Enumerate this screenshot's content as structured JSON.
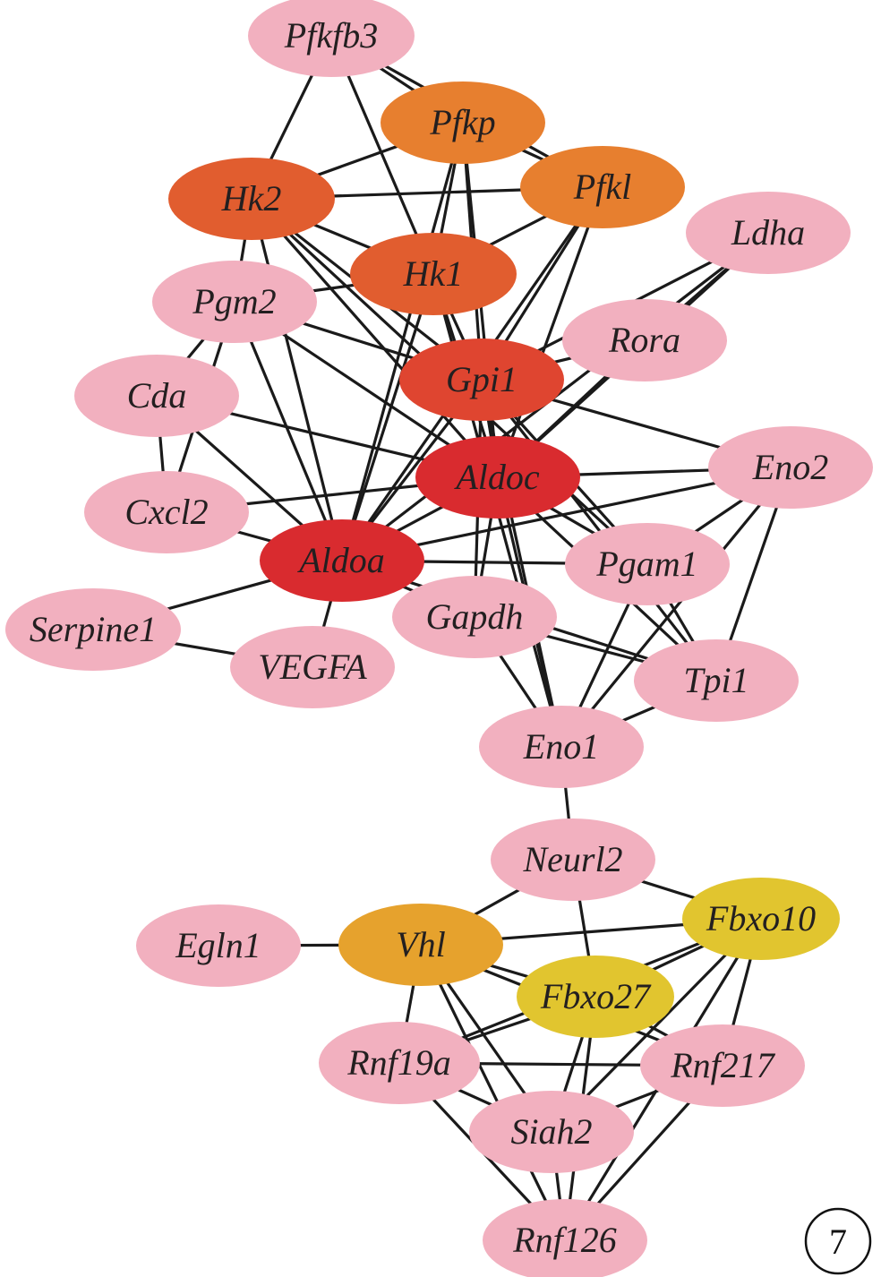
{
  "title": "",
  "colors": {
    "pink": "#f2b0bf",
    "orange_light": "#e77f2f",
    "orange_dark": "#e15d2f",
    "red_orange": "#df4530",
    "red": "#d92b2f",
    "amber": "#e6a22d",
    "yellow": "#e1c52f",
    "edge": "#1a1a1a"
  },
  "panel_label": "7",
  "nodes": [
    {
      "id": "Pfkfb3",
      "label": "Pfkfb3",
      "color": "pink"
    },
    {
      "id": "Pfkp",
      "label": "Pfkp",
      "color": "orange_light"
    },
    {
      "id": "Pfkl",
      "label": "Pfkl",
      "color": "orange_light"
    },
    {
      "id": "Hk2",
      "label": "Hk2",
      "color": "orange_dark"
    },
    {
      "id": "Hk1",
      "label": "Hk1",
      "color": "orange_dark"
    },
    {
      "id": "Ldha",
      "label": "Ldha",
      "color": "pink"
    },
    {
      "id": "Pgm2",
      "label": "Pgm2",
      "color": "pink"
    },
    {
      "id": "Rora",
      "label": "Rora",
      "color": "pink"
    },
    {
      "id": "Gpi1",
      "label": "Gpi1",
      "color": "red_orange"
    },
    {
      "id": "Cda",
      "label": "Cda",
      "color": "pink"
    },
    {
      "id": "Aldoc",
      "label": "Aldoc",
      "color": "red"
    },
    {
      "id": "Eno2",
      "label": "Eno2",
      "color": "pink"
    },
    {
      "id": "Cxcl2",
      "label": "Cxcl2",
      "color": "pink"
    },
    {
      "id": "Aldoa",
      "label": "Aldoa",
      "color": "red"
    },
    {
      "id": "Pgam1",
      "label": "Pgam1",
      "color": "pink"
    },
    {
      "id": "Serpine1",
      "label": "Serpine1",
      "color": "pink"
    },
    {
      "id": "Gapdh",
      "label": "Gapdh",
      "color": "pink"
    },
    {
      "id": "VEGFA",
      "label": "VEGFA",
      "color": "pink"
    },
    {
      "id": "Tpi1",
      "label": "Tpi1",
      "color": "pink"
    },
    {
      "id": "Eno1",
      "label": "Eno1",
      "color": "pink"
    },
    {
      "id": "Neurl2",
      "label": "Neurl2",
      "color": "pink"
    },
    {
      "id": "Egln1",
      "label": "Egln1",
      "color": "pink"
    },
    {
      "id": "Vhl",
      "label": "Vhl",
      "color": "amber"
    },
    {
      "id": "Fbxo10",
      "label": "Fbxo10",
      "color": "yellow"
    },
    {
      "id": "Fbxo27",
      "label": "Fbxo27",
      "color": "yellow"
    },
    {
      "id": "Rnf19a",
      "label": "Rnf19a",
      "color": "pink"
    },
    {
      "id": "Rnf217",
      "label": "Rnf217",
      "color": "pink"
    },
    {
      "id": "Siah2",
      "label": "Siah2",
      "color": "pink"
    },
    {
      "id": "Rnf126",
      "label": "Rnf126",
      "color": "pink"
    }
  ],
  "edges": [
    [
      "Pfkfb3",
      "Hk2"
    ],
    [
      "Pfkfb3",
      "Hk1"
    ],
    [
      "Pfkfb3",
      "Pfkp"
    ],
    [
      "Pfkfb3",
      "Pfkl"
    ],
    [
      "Pfkp",
      "Hk2"
    ],
    [
      "Pfkp",
      "Pfkl"
    ],
    [
      "Pfkp",
      "Hk1"
    ],
    [
      "Pfkp",
      "Gpi1"
    ],
    [
      "Pfkp",
      "Aldoc"
    ],
    [
      "Pfkp",
      "Aldoa"
    ],
    [
      "Pfkl",
      "Hk2"
    ],
    [
      "Pfkl",
      "Hk1"
    ],
    [
      "Pfkl",
      "Gpi1"
    ],
    [
      "Pfkl",
      "Aldoc"
    ],
    [
      "Pfkl",
      "Aldoa"
    ],
    [
      "Hk2",
      "Hk1"
    ],
    [
      "Hk2",
      "Pgm2"
    ],
    [
      "Hk2",
      "Gpi1"
    ],
    [
      "Hk2",
      "Aldoc"
    ],
    [
      "Hk2",
      "Aldoa"
    ],
    [
      "Hk2",
      "Pgam1"
    ],
    [
      "Hk1",
      "Pgm2"
    ],
    [
      "Hk1",
      "Gpi1"
    ],
    [
      "Hk1",
      "Aldoc"
    ],
    [
      "Hk1",
      "Aldoa"
    ],
    [
      "Hk1",
      "Eno1"
    ],
    [
      "Ldha",
      "Rora"
    ],
    [
      "Ldha",
      "Gpi1"
    ],
    [
      "Ldha",
      "Aldoc"
    ],
    [
      "Ldha",
      "Aldoa"
    ],
    [
      "Rora",
      "Gpi1"
    ],
    [
      "Rora",
      "Aldoc"
    ],
    [
      "Pgm2",
      "Cda"
    ],
    [
      "Pgm2",
      "Cxcl2"
    ],
    [
      "Pgm2",
      "Gpi1"
    ],
    [
      "Pgm2",
      "Aldoc"
    ],
    [
      "Pgm2",
      "Aldoa"
    ],
    [
      "Gpi1",
      "Aldoc"
    ],
    [
      "Gpi1",
      "Aldoa"
    ],
    [
      "Gpi1",
      "Eno2"
    ],
    [
      "Gpi1",
      "Pgam1"
    ],
    [
      "Gpi1",
      "Gapdh"
    ],
    [
      "Gpi1",
      "Tpi1"
    ],
    [
      "Gpi1",
      "Eno1"
    ],
    [
      "Cda",
      "Cxcl2"
    ],
    [
      "Cda",
      "Aldoc"
    ],
    [
      "Cda",
      "Aldoa"
    ],
    [
      "Cxcl2",
      "Aldoc"
    ],
    [
      "Cxcl2",
      "Aldoa"
    ],
    [
      "Aldoc",
      "Aldoa"
    ],
    [
      "Aldoc",
      "Eno2"
    ],
    [
      "Aldoc",
      "Pgam1"
    ],
    [
      "Aldoc",
      "Gapdh"
    ],
    [
      "Aldoc",
      "Tpi1"
    ],
    [
      "Aldoc",
      "Eno1"
    ],
    [
      "Aldoa",
      "Eno2"
    ],
    [
      "Aldoa",
      "Pgam1"
    ],
    [
      "Aldoa",
      "Gapdh"
    ],
    [
      "Aldoa",
      "Tpi1"
    ],
    [
      "Aldoa",
      "Serpine1"
    ],
    [
      "Aldoa",
      "VEGFA"
    ],
    [
      "Serpine1",
      "VEGFA"
    ],
    [
      "Eno2",
      "Pgam1"
    ],
    [
      "Eno2",
      "Tpi1"
    ],
    [
      "Eno2",
      "Eno1"
    ],
    [
      "Pgam1",
      "Tpi1"
    ],
    [
      "Pgam1",
      "Eno1"
    ],
    [
      "Gapdh",
      "Tpi1"
    ],
    [
      "Gapdh",
      "Eno1"
    ],
    [
      "Tpi1",
      "Eno1"
    ],
    [
      "Eno1",
      "Neurl2"
    ],
    [
      "Neurl2",
      "Vhl"
    ],
    [
      "Neurl2",
      "Fbxo10"
    ],
    [
      "Neurl2",
      "Fbxo27"
    ],
    [
      "Egln1",
      "Vhl"
    ],
    [
      "Vhl",
      "Fbxo10"
    ],
    [
      "Vhl",
      "Fbxo27"
    ],
    [
      "Vhl",
      "Rnf19a"
    ],
    [
      "Vhl",
      "Siah2"
    ],
    [
      "Vhl",
      "Rnf126"
    ],
    [
      "Vhl",
      "Rnf217"
    ],
    [
      "Fbxo10",
      "Fbxo27"
    ],
    [
      "Fbxo10",
      "Rnf19a"
    ],
    [
      "Fbxo10",
      "Siah2"
    ],
    [
      "Fbxo10",
      "Rnf217"
    ],
    [
      "Fbxo10",
      "Rnf126"
    ],
    [
      "Fbxo27",
      "Rnf19a"
    ],
    [
      "Fbxo27",
      "Siah2"
    ],
    [
      "Fbxo27",
      "Rnf217"
    ],
    [
      "Fbxo27",
      "Rnf126"
    ],
    [
      "Rnf19a",
      "Rnf217"
    ],
    [
      "Rnf19a",
      "Siah2"
    ],
    [
      "Rnf19a",
      "Rnf126"
    ],
    [
      "Rnf217",
      "Siah2"
    ],
    [
      "Rnf217",
      "Rnf126"
    ],
    [
      "Siah2",
      "Rnf126"
    ]
  ]
}
